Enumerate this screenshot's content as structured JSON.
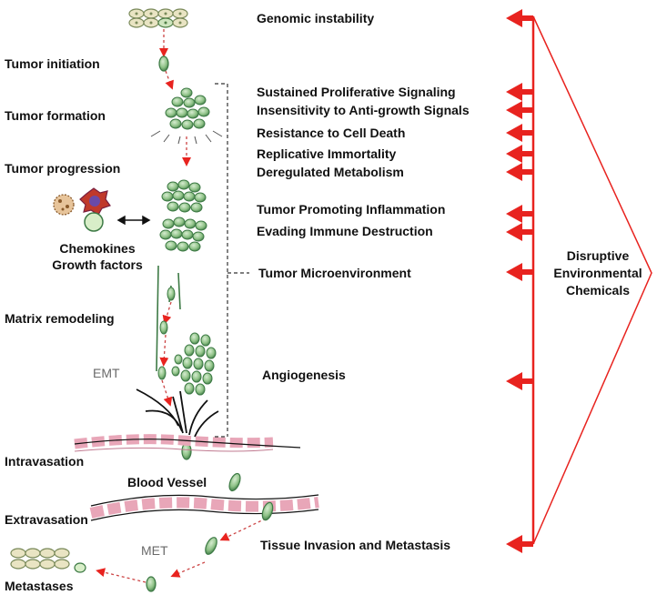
{
  "stages": {
    "tumor_initiation": "Tumor initiation",
    "tumor_formation": "Tumor formation",
    "tumor_progression": "Tumor progression",
    "chemokines": "Chemokines",
    "growth_factors": "Growth factors",
    "matrix_remodeling": "Matrix remodeling",
    "emt": "EMT",
    "intravasation": "Intravasation",
    "blood_vessel": "Blood Vessel",
    "extravasation": "Extravasation",
    "met": "MET",
    "metastases": "Metastases"
  },
  "hallmarks": [
    "Genomic instability",
    "Sustained Proliferative Signaling",
    "Insensitivity to Anti-growth Signals",
    "Resistance to Cell Death",
    "Replicative Immortality",
    "Deregulated Metabolism",
    "Tumor Promoting Inflammation",
    "Evading Immune Destruction",
    "Tumor Microenvironment",
    "Angiogenesis",
    "Tissue Invasion and Metastasis"
  ],
  "source": {
    "line1": "Disruptive",
    "line2": "Environmental",
    "line3": "Chemicals"
  },
  "colors": {
    "arrow": "#e8231f",
    "cell_fill": "#a8cfa0",
    "cell_dark": "#3d7a45",
    "vessel_pink": "#e8a6b8"
  }
}
